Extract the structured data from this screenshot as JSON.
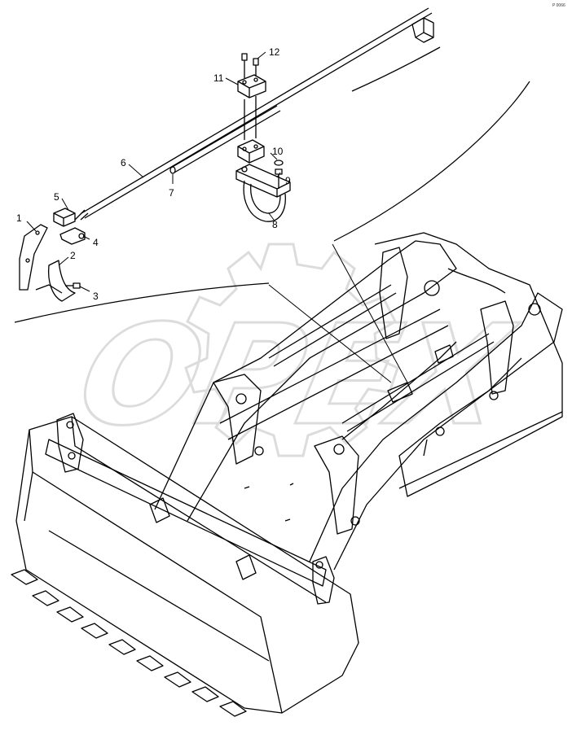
{
  "diagram": {
    "corner_code": "P 0066",
    "watermark": "OPEX",
    "callouts": [
      {
        "id": "callout-1",
        "text": "1"
      },
      {
        "id": "callout-2",
        "text": "2"
      },
      {
        "id": "callout-3",
        "text": "3"
      },
      {
        "id": "callout-4",
        "text": "4"
      },
      {
        "id": "callout-5",
        "text": "5"
      },
      {
        "id": "callout-6",
        "text": "6"
      },
      {
        "id": "callout-7",
        "text": "7"
      },
      {
        "id": "callout-8",
        "text": "8"
      },
      {
        "id": "callout-9",
        "text": "9"
      },
      {
        "id": "callout-10",
        "text": "10"
      },
      {
        "id": "callout-11",
        "text": "11"
      },
      {
        "id": "callout-12",
        "text": "12"
      }
    ]
  },
  "colors": {
    "line": "#000000",
    "watermark": "#d9d9d9",
    "background": "#ffffff"
  }
}
